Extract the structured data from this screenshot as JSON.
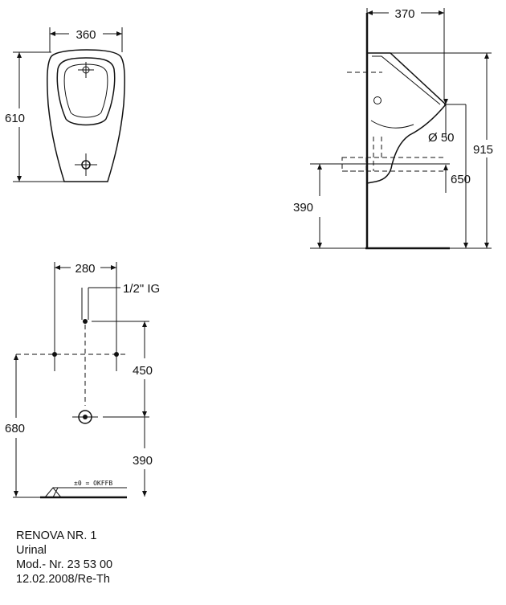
{
  "front_view": {
    "width_dim": "360",
    "height_dim": "610"
  },
  "side_view": {
    "depth_dim": "370",
    "outlet_dim": "Ø 50",
    "total_height_dim": "915",
    "rim_height_dim": "650",
    "outlet_height_dim": "390"
  },
  "installation_view": {
    "spacing_dim": "280",
    "thread_label": "1/2\" IG",
    "inlet_height_dim": "680",
    "vertical_spacing_dim": "450",
    "outlet_height_dim": "390",
    "floor_label": "±0 = OKFFB"
  },
  "title_block": {
    "product": "RENOVA NR. 1",
    "type": "Urinal",
    "model": "Mod.- Nr. 23 53 00",
    "date": "12.02.2008/Re-Th"
  }
}
